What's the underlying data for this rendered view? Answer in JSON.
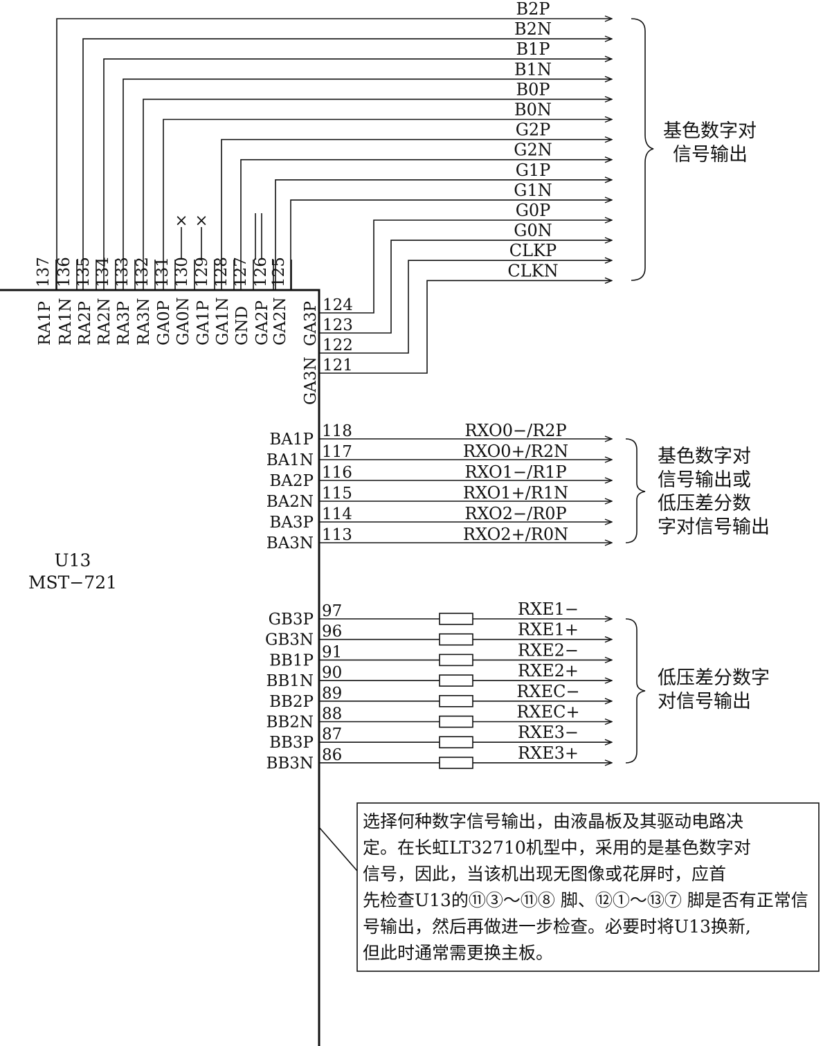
{
  "chip": {
    "ref": "U13",
    "model": "MST−721"
  },
  "top_outputs": {
    "signals": [
      "B2P",
      "B2N",
      "B1P",
      "B1N",
      "B0P",
      "B0N",
      "G2P",
      "G2N",
      "G1P",
      "G1N",
      "G0P",
      "G0N",
      "CLKP",
      "CLKN"
    ],
    "group_label_lines": [
      "基色数字对",
      "信号输出"
    ]
  },
  "top_pins": [
    {
      "num": "137",
      "name": "RA1P"
    },
    {
      "num": "136",
      "name": "RA1N"
    },
    {
      "num": "135",
      "name": "RA2P"
    },
    {
      "num": "134",
      "name": "RA2N"
    },
    {
      "num": "133",
      "name": "RA3P"
    },
    {
      "num": "132",
      "name": "RA3N"
    },
    {
      "num": "131",
      "name": "GA0P"
    },
    {
      "num": "130",
      "name": "GA0N"
    },
    {
      "num": "129",
      "name": "GA1P"
    },
    {
      "num": "128",
      "name": "GA1N"
    },
    {
      "num": "127",
      "name": "GND"
    },
    {
      "num": "126",
      "name": "GA2P"
    },
    {
      "num": "125",
      "name": "GA2N"
    }
  ],
  "nc_mark": "×",
  "corner_pins": [
    {
      "num": "124",
      "name": "GA3P"
    },
    {
      "num": "123",
      "name": ""
    },
    {
      "num": "122",
      "name": ""
    },
    {
      "num": "121",
      "name": "GA3N"
    }
  ],
  "rxo_section": {
    "pins": [
      {
        "num": "118",
        "name": "BA1P",
        "signal": "RXO0−/R2P"
      },
      {
        "num": "117",
        "name": "BA1N",
        "signal": "RXO0+/R2N"
      },
      {
        "num": "116",
        "name": "BA2P",
        "signal": "RXO1−/R1P"
      },
      {
        "num": "115",
        "name": "BA2N",
        "signal": "RXO1+/R1N"
      },
      {
        "num": "114",
        "name": "BA3P",
        "signal": "RXO2−/R0P"
      },
      {
        "num": "113",
        "name": "BA3N",
        "signal": "RXO2+/R0N"
      }
    ],
    "group_label_lines": [
      "基色数字对",
      "信号输出或",
      "低压差分数",
      "字对信号输出"
    ]
  },
  "rxe_section": {
    "pins": [
      {
        "num": "97",
        "name": "GB3P",
        "signal": "RXE1−"
      },
      {
        "num": "96",
        "name": "GB3N",
        "signal": "RXE1+"
      },
      {
        "num": "91",
        "name": "BB1P",
        "signal": "RXE2−"
      },
      {
        "num": "90",
        "name": "BB1N",
        "signal": "RXE2+"
      },
      {
        "num": "89",
        "name": "BB2P",
        "signal": "RXEC−"
      },
      {
        "num": "88",
        "name": "BB2N",
        "signal": "RXEC+"
      },
      {
        "num": "87",
        "name": "BB3P",
        "signal": "RXE3−"
      },
      {
        "num": "86",
        "name": "BB3N",
        "signal": "RXE3+"
      }
    ],
    "group_label_lines": [
      "低压差分数字",
      "对信号输出"
    ]
  },
  "note": {
    "lines": [
      "选择何种数字信号输出，由液晶板及其驱动电路决",
      "定。在长虹LT32710机型中，采用的是基色数字对",
      "信号，因此，当该机出现无图像或花屏时，应首",
      "先检查U13的⑪③～⑪⑧ 脚、⑫①～⑬⑦ 脚是否有正常信",
      "号输出，然后再做进一步检查。必要时将U13换新,",
      "但此时通常需更换主板。"
    ]
  }
}
